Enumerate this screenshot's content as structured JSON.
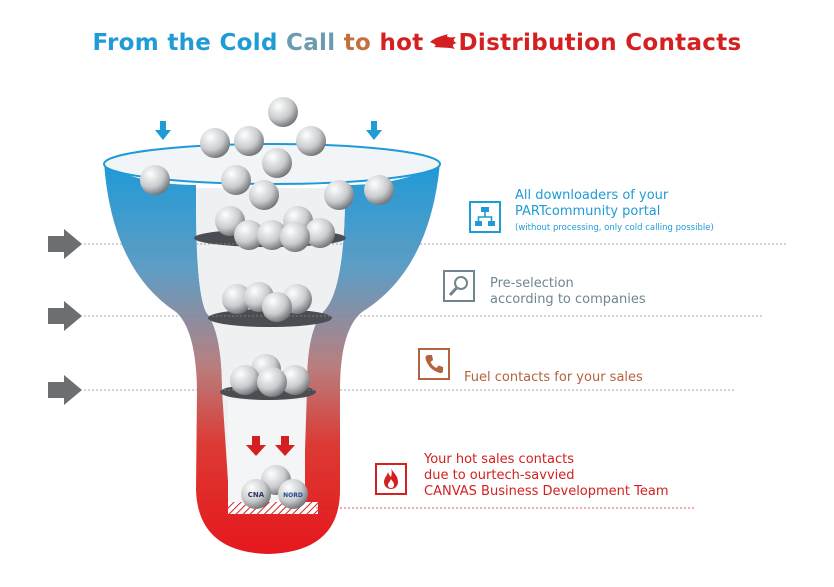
{
  "title": {
    "part1": "From the Cold",
    "part2": "Call",
    "part3": "to",
    "part4": "hot",
    "part5": "Distribution Contacts"
  },
  "stages": [
    {
      "line1": "All downloaders of your",
      "line2": "PARTcommunity portal",
      "note": "(without processing, only cold calling possible)",
      "icon": "network-icon",
      "color": "#1f9bd6"
    },
    {
      "line1": "Pre-selection",
      "line2": "according to companies",
      "icon": "search-icon",
      "color": "#6f8691"
    },
    {
      "line1": "Fuel contacts for your sales",
      "icon": "phone-icon",
      "color": "#b5623f"
    },
    {
      "line1": "Your hot sales contacts",
      "line2": "due to ourtech-savvied",
      "line3": "CANVAS Business Development Team",
      "icon": "fire-icon",
      "color": "#d42020"
    }
  ],
  "ball_logos": [
    "CNA",
    "NORD"
  ]
}
